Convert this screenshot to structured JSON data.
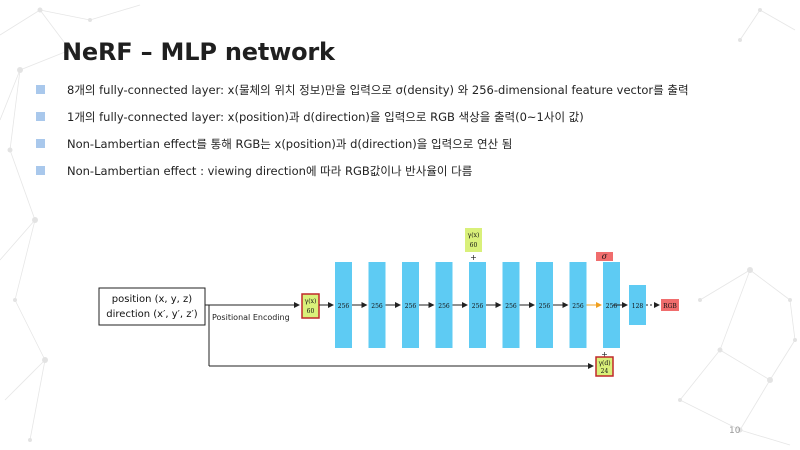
{
  "title": "NeRF – MLP network",
  "bullets": [
    {
      "text": "8개의 fully-connected layer: x(물체의 위치 정보)만을 입력으로 σ(density) 와 256-dimensional feature vector를 출력",
      "dim": false
    },
    {
      "text": "1개의 fully-connected layer: x(position)과 d(direction)을 입력으로 RGB 색상을 출력(0~1사이 값)",
      "dim": false
    },
    {
      "text": "Non-Lambertian effect를 통해 RGB는 x(position)과 d(direction)을 입력으로 연산 됨",
      "dim": false
    },
    {
      "text": "Non-Lambertian effect : viewing direction에 따라 RGB값이나 반사율이 다름",
      "dim": false
    }
  ],
  "diagram": {
    "input_line1": "position (x, y, z)",
    "input_line2": "direction (x′, y′, z′)",
    "encoding_label": "Positional   Encoding",
    "gamma_x_label": "γ(x)",
    "gamma_x_dim": "60",
    "skip_gamma_label": "γ(x)",
    "skip_gamma_dim": "60",
    "plus": "+",
    "gamma_d_label": "γ(d)",
    "gamma_d_dim": "24",
    "sigma_label": "σ",
    "layers": [
      "256",
      "256",
      "256",
      "256",
      "256",
      "256",
      "256",
      "256",
      "256"
    ],
    "final_layer": "128",
    "output": "RGB",
    "colors": {
      "layer": "#5ecbf3",
      "gamma_fill": "#d9f07a",
      "gamma_border": "#c0292a",
      "skip_fill": "#d9f07a",
      "sigma_fill": "#f06d6d",
      "rgb_fill": "#f06d6d",
      "orange_arrow": "#f0a020"
    }
  },
  "page_number": "10"
}
